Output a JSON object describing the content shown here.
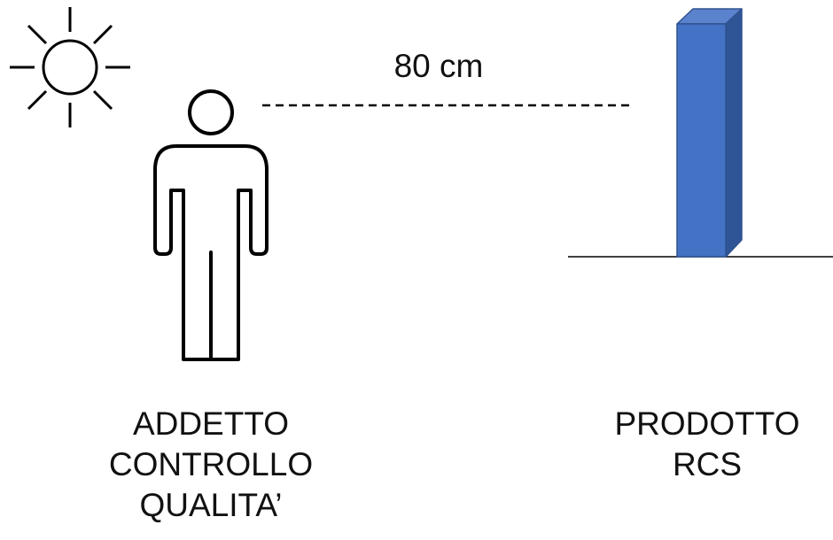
{
  "diagram": {
    "distance_label": "80 cm",
    "operator_label": [
      "ADDETTO",
      "CONTROLLO",
      "QUALITA’"
    ],
    "product_label": [
      "PRODOTTO",
      "RCS"
    ],
    "icons": [
      "sun-icon",
      "person-icon",
      "product-box"
    ],
    "colors": {
      "stroke": "#000000",
      "product_front": "#4472C4",
      "product_side": "#2F5597",
      "product_top": "#5B82CC",
      "text": "#111111"
    }
  }
}
